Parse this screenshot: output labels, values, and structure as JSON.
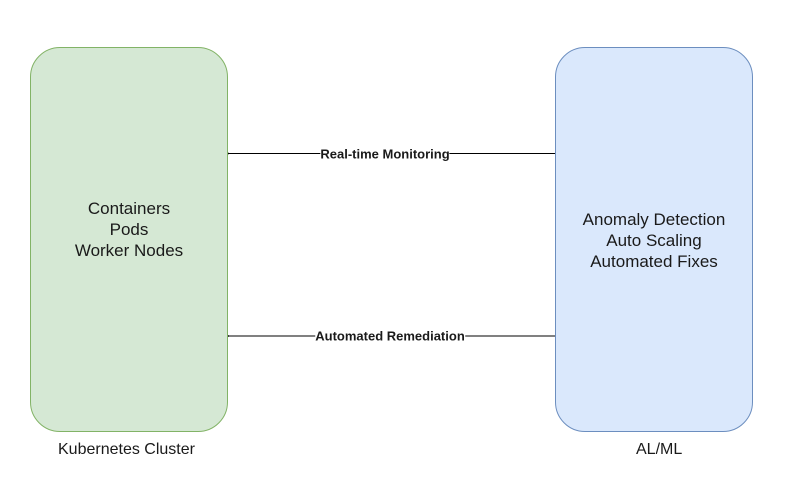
{
  "left_node": {
    "lines": [
      "Containers",
      "Pods",
      "Worker Nodes"
    ],
    "caption": "Kubernetes Cluster",
    "fill": "#d5e8d4",
    "stroke": "#82b366"
  },
  "right_node": {
    "lines": [
      "Anomaly Detection",
      "Auto Scaling",
      "Automated Fixes"
    ],
    "caption": "AL/ML",
    "fill": "#dae8fc",
    "stroke": "#6c8ebf"
  },
  "edges": [
    {
      "label": "Real-time Monitoring",
      "direction": "right-to-left"
    },
    {
      "label": "Automated Remediation",
      "direction": "right-to-left"
    }
  ]
}
